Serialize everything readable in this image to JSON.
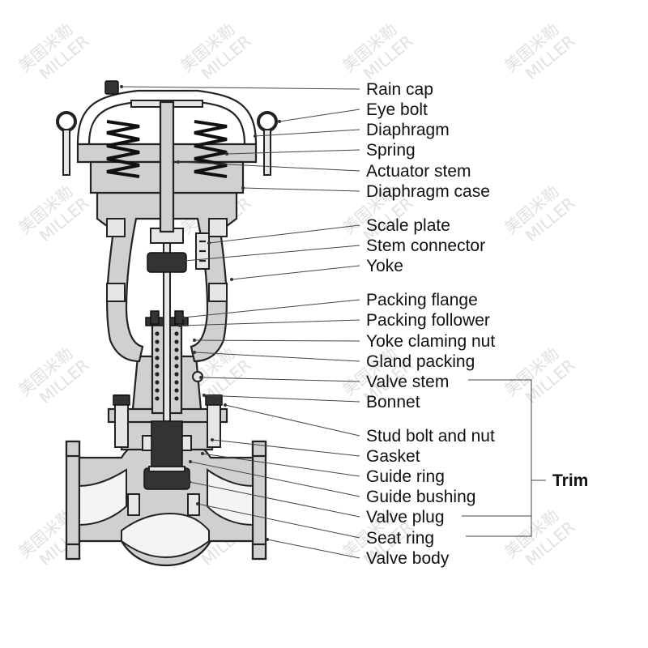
{
  "watermark": {
    "cn": "美国米勒",
    "en": "MILLER"
  },
  "labels": [
    "Rain cap",
    "Eye bolt",
    "Diaphragm",
    "Spring",
    "Actuator stem",
    "Diaphragm case",
    "Scale plate",
    "Stem connector",
    "Yoke",
    "Packing flange",
    "Packing follower",
    "Yoke claming nut",
    "Gland packing",
    "Valve stem",
    "Bonnet",
    "Stud bolt and nut",
    "Gasket",
    "Guide ring",
    "Guide bushing",
    "Valve plug",
    "Seat ring",
    "Valve body"
  ],
  "bracket_label": "Trim",
  "colors": {
    "metal": "#d0d0d0",
    "outline": "#222222",
    "text": "#111111"
  }
}
